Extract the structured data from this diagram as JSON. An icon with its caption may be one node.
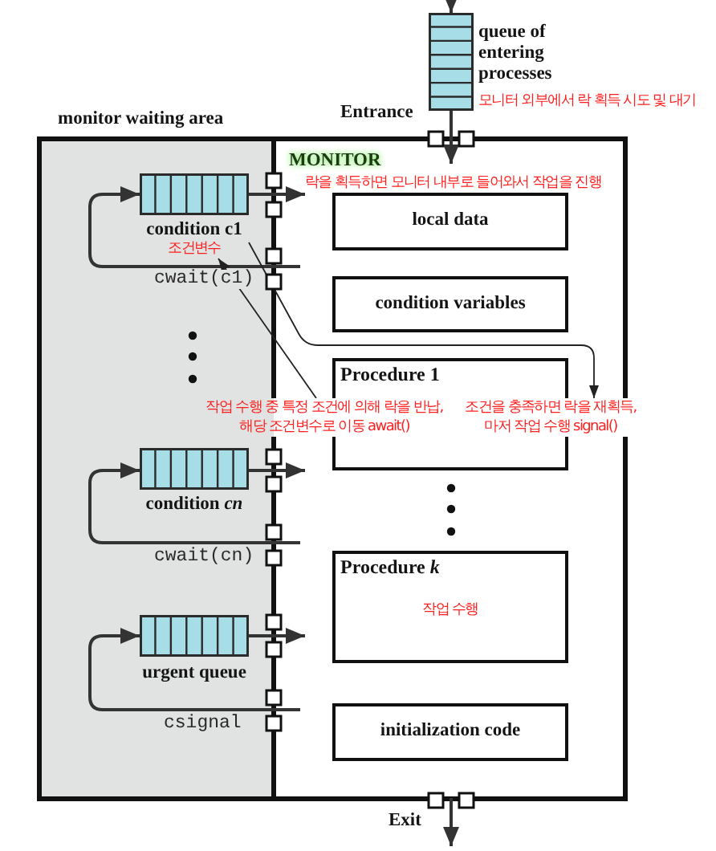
{
  "diagram": {
    "nodes": [
      {
        "text": [
          "queue of entering processes"
        ],
        "beside": [
          "모니터 외부에서 락 획득 시도 및 대기"
        ]
      },
      {
        "text": [
          "monitor waiting area"
        ]
      },
      {
        "text": [
          "MONITOR",
          "락을 획득하면 모니터 내부로 들어와서 작업을 진행"
        ]
      },
      {
        "text": [
          "local data"
        ],
        "in": 2
      },
      {
        "text": [
          "condition variables"
        ],
        "in": 2
      },
      {
        "text": [
          "Procedure 1"
        ],
        "in": 2
      },
      {
        "text": [
          "Procedure *k*",
          "작업 수행"
        ],
        "in": 2
      },
      {
        "text": [
          "initialization code"
        ],
        "in": 2
      },
      {
        "text": [
          "condition c1"
        ],
        "beside": [
          "조건변수"
        ],
        "in": 1
      },
      {
        "text": [
          "condition *cn*"
        ],
        "in": 1
      },
      {
        "text": [
          "urgent queue"
        ],
        "in": 1
      },
      {
        "text": [
          "작업 수행 중 특정 조건에 의해 락을 반납, 해당 조건변수로 이동 await()"
        ]
      },
      {
        "text": [
          "조건을 충족하면 락을 재획득, 마저 작업 수행 signal()"
        ]
      }
    ],
    "edges": [
      {
        "from": null,
        "to": 0,
        "arrow": "to"
      },
      {
        "from": 0,
        "to": 2,
        "arrow": "to",
        "label": "Entrance"
      },
      {
        "from": 8,
        "to": 2,
        "arrow": "to"
      },
      {
        "from": 9,
        "to": 2,
        "arrow": "to"
      },
      {
        "from": 10,
        "to": 2,
        "arrow": "to"
      },
      {
        "from": 2,
        "to": 8,
        "arrow": "to",
        "label": "cwait(c1)"
      },
      {
        "from": 2,
        "to": 9,
        "arrow": "to",
        "label": "cwait(cn)"
      },
      {
        "from": 2,
        "to": 10,
        "arrow": "to",
        "label": "csignal"
      },
      {
        "from": 11,
        "to": 8,
        "arrow": "to"
      },
      {
        "from": 8,
        "to": 12,
        "arrow": "to"
      },
      {
        "from": 2,
        "to": null,
        "arrow": "to",
        "label": "Exit"
      }
    ]
  }
}
